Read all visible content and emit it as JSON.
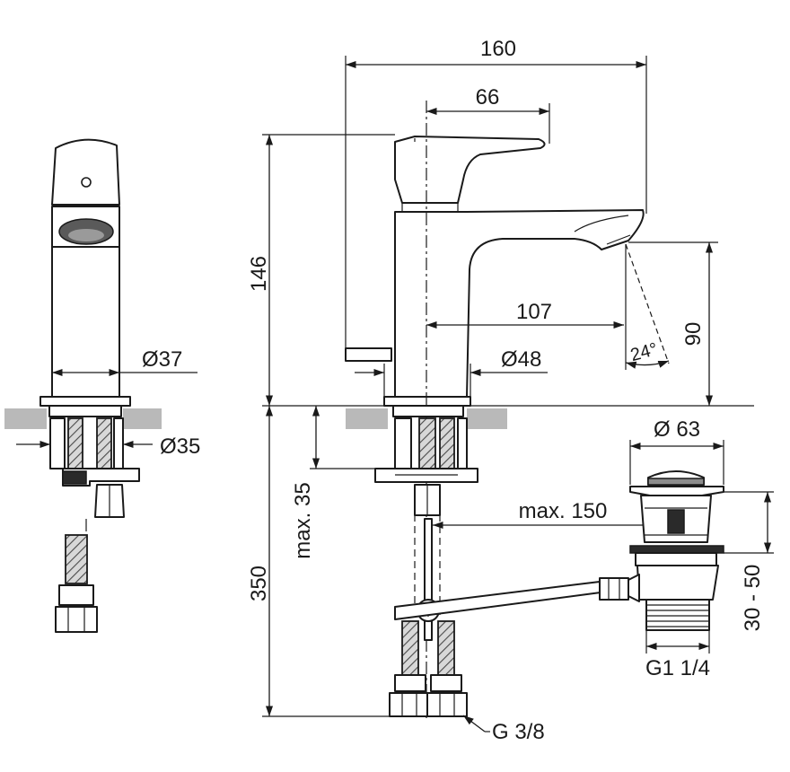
{
  "dimensions": {
    "width_160": "160",
    "width_66": "66",
    "height_146": "146",
    "reach_107": "107",
    "height_90": "90",
    "angle_24": "24°",
    "dia_37": "Ø37",
    "dia_48": "Ø48",
    "dia_35": "Ø35",
    "dia_63": "Ø 63",
    "max_35": "max. 35",
    "max_150": "max. 150",
    "length_350": "350",
    "range_30_50": "30 - 50",
    "thread_g1_1_4": "G1 1/4",
    "thread_g3_8": "G 3/8"
  }
}
